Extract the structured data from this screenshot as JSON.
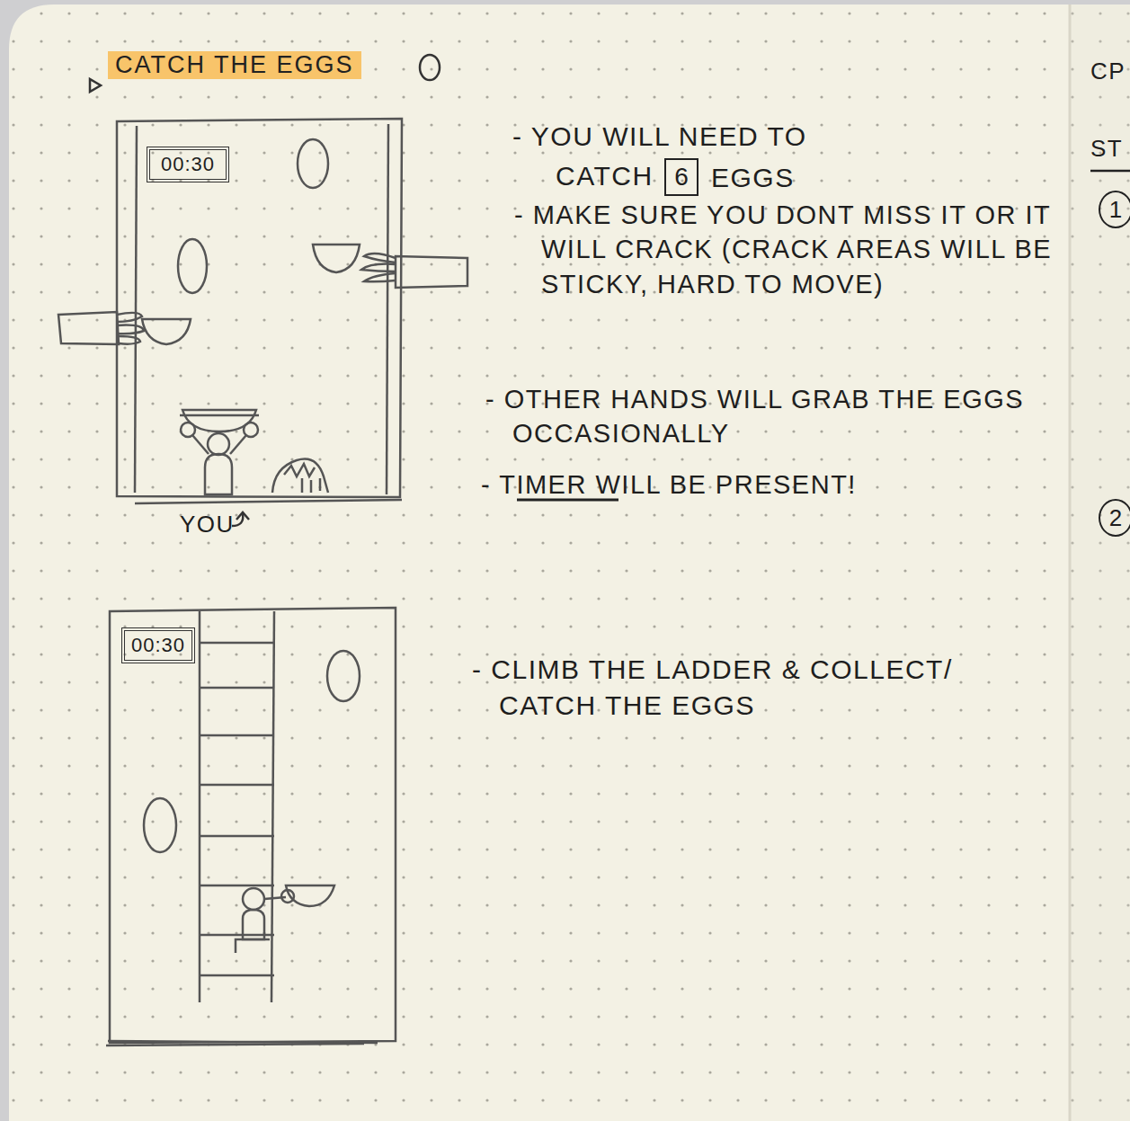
{
  "diagram": {
    "title": "CATCH THE EGGS",
    "nodes": [
      {
        "text": [
          "00:30"
        ]
      },
      {
        "text": [
          "00:30"
        ]
      },
      {
        "text": [
          "6"
        ]
      },
      {
        "text": [
          "1"
        ]
      },
      {
        "text": [
          "2"
        ]
      }
    ],
    "labels": [
      "YOU",
      "- YOU WILL NEED TO",
      "CATCH",
      "EGGS",
      "- MAKE SURE YOU DONT MISS IT OR IT WILL CRACK (CRACK AREAS WILL BE STICKY, HARD TO MOVE)",
      "- OTHER HANDS WILL GRAB THE EGGS OCCASIONALLY",
      "- TIMER WILL BE PRESENT!",
      "- CLIMB THE LADDER & COLLECT/ CATCH THE EGGS",
      "CP",
      "ST"
    ]
  }
}
